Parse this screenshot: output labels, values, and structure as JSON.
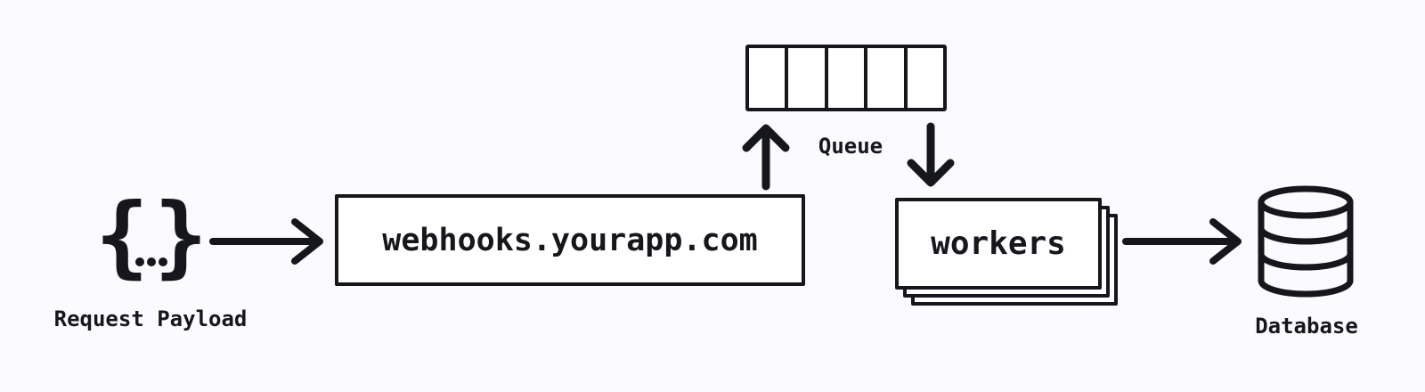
{
  "canvas": {
    "background_color": "#fafaff",
    "ink_color": "#16161d",
    "box_fill_color": "#ffffff"
  },
  "nodes": {
    "payload": {
      "glyph_open": "{",
      "glyph_close": "}",
      "dot_count": 3,
      "label": "Request Payload"
    },
    "server": {
      "label": "webhooks.yourapp.com"
    },
    "queue": {
      "label": "Queue",
      "cell_count": 5
    },
    "workers": {
      "label": "workers",
      "layer_count": 3
    },
    "database": {
      "label": "Database"
    }
  },
  "flow": [
    "Request Payload -> webhooks.yourapp.com",
    "webhooks.yourapp.com -> Queue",
    "Queue -> workers",
    "workers -> Database"
  ]
}
